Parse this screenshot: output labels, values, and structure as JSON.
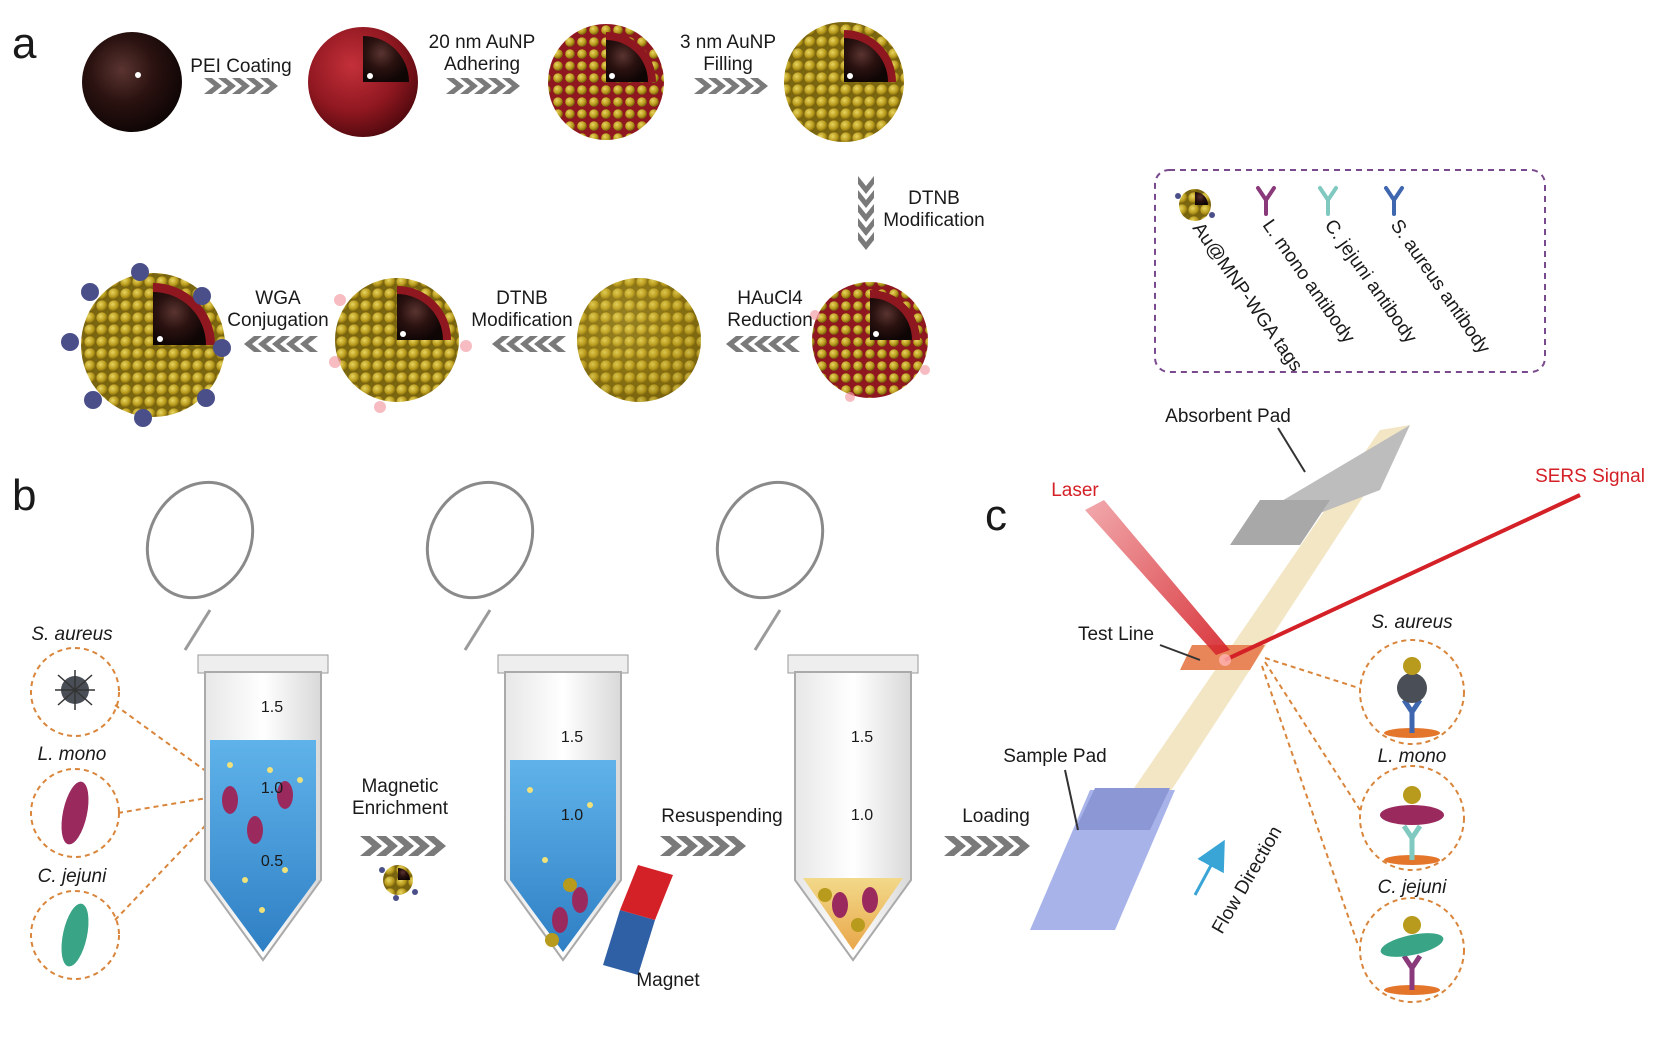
{
  "panels": {
    "a": "a",
    "b": "b",
    "c": "c"
  },
  "panel_a": {
    "step1": "PEI Coating",
    "step2": [
      "20 nm AuNP",
      "Adhering"
    ],
    "step3": [
      "3 nm AuNP",
      "Filling"
    ],
    "step4": [
      "DTNB",
      "Modification"
    ],
    "step5": [
      "HAuCl4",
      "Reduction"
    ],
    "step6": [
      "DTNB",
      "Modification"
    ],
    "step7": [
      "WGA",
      "Conjugation"
    ]
  },
  "legend": {
    "items": [
      "Au@MNP-WGA tags",
      "L. mono antibody",
      "C. jejuni antibody",
      "S. aureus antibody"
    ]
  },
  "panel_b": {
    "bacteria": [
      "S. aureus",
      "L. mono",
      "C. jejuni"
    ],
    "step_magnetic": [
      "Magnetic",
      "Enrichment"
    ],
    "step_resuspend": "Resuspending",
    "step_loading": "Loading",
    "magnet": "Magnet",
    "tube_marks": [
      "1.5",
      "1.0",
      "0.5"
    ]
  },
  "panel_c": {
    "absorbent_pad": "Absorbent Pad",
    "laser": "Laser",
    "sers_signal": "SERS Signal",
    "test_line": "Test Line",
    "sample_pad": "Sample Pad",
    "flow_direction": "Flow Direction",
    "bacteria": [
      "S. aureus",
      "L. mono",
      "C. jejuni"
    ]
  },
  "colors": {
    "gold": "#b89a1c",
    "core": "#2a1210",
    "pei": "#8f1720",
    "laser": "#d42127",
    "antibody_lmono": "#8a3a7a",
    "antibody_cjejuni": "#7fc9c0",
    "antibody_saureus": "#3e67b0",
    "liquid": "#3f95d8",
    "dashed_orange": "#d9853b",
    "legend_border": "#7a4a8e"
  }
}
